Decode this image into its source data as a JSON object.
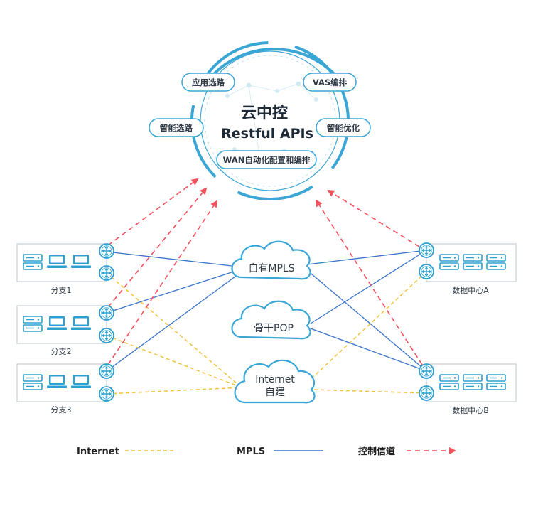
{
  "hub": {
    "title": "云中控",
    "subtitle": "Restful APIs",
    "tags": {
      "app_routing": "应用选路",
      "vas": "VAS编排",
      "smart_routing": "智能选路",
      "smart_optimize": "智能优化",
      "wan_auto": "WAN自动化配置和编排"
    }
  },
  "clouds": {
    "mpls": "自有MPLS",
    "pop": "骨干POP",
    "internet_line1": "Internet",
    "internet_line2": "自建"
  },
  "branches": [
    "分支1",
    "分支2",
    "分支3"
  ],
  "datacenters": [
    "数据中心A",
    "数据中心B"
  ],
  "legend": {
    "internet": "Internet",
    "mpls": "MPLS",
    "control": "控制信道"
  },
  "colors": {
    "ring": "#3aa6d6",
    "internet_line": "#f4c23a",
    "mpls_line": "#3b74c8",
    "control_line": "#f2515e",
    "device": "#2ea0cf",
    "panel_border": "#c9ced4"
  },
  "icons": [
    "router-icon",
    "server-icon",
    "laptop-icon",
    "cloud-icon"
  ]
}
